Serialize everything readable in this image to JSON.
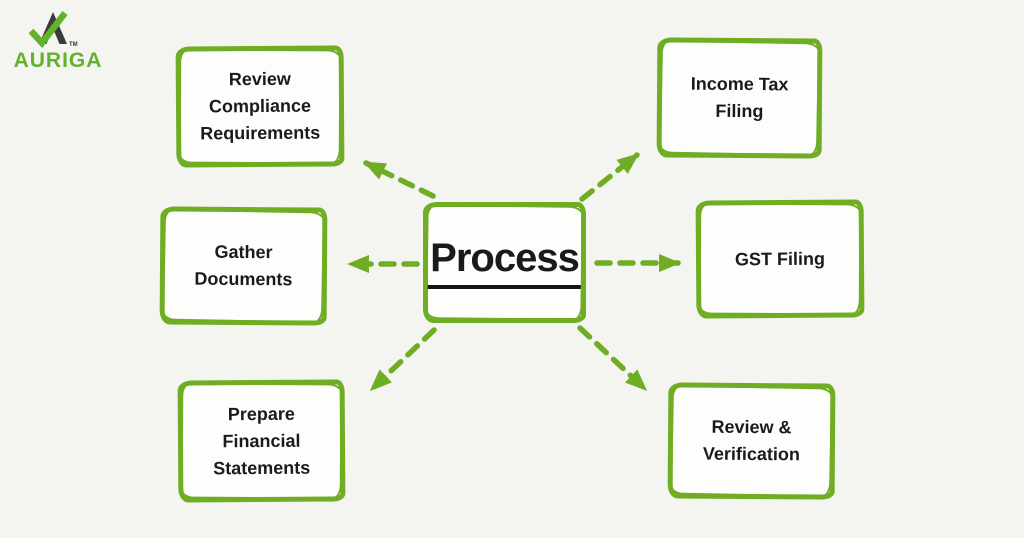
{
  "page": {
    "background": "#f4f4f1"
  },
  "colors": {
    "accent_green": "#6fad24",
    "logo_green": "#63b22e",
    "logo_dark": "#3b3b3b",
    "text": "#1a1a1a",
    "box_fill": "#fdfdfc"
  },
  "logo": {
    "brand": "AURIGA",
    "trademark": "TM",
    "icon": "mountain-peak-with-checkmark"
  },
  "diagram": {
    "center": {
      "id": "process",
      "label": "Process"
    },
    "nodes": [
      {
        "id": "review-compliance-requirements",
        "label": "Review Compliance Requirements",
        "position": "top-left"
      },
      {
        "id": "gather-documents",
        "label": "Gather Documents",
        "position": "middle-left"
      },
      {
        "id": "prepare-financial-statements",
        "label": "Prepare Financial Statements",
        "position": "bottom-left"
      },
      {
        "id": "income-tax-filing",
        "label": "Income Tax Filing",
        "position": "top-right"
      },
      {
        "id": "gst-filing",
        "label": "GST Filing",
        "position": "middle-right"
      },
      {
        "id": "review-verification",
        "label": "Review & Verification",
        "position": "bottom-right"
      }
    ],
    "connections": [
      {
        "from": "process",
        "to": "review-compliance-requirements",
        "style": "dashed-arrow"
      },
      {
        "from": "process",
        "to": "gather-documents",
        "style": "dashed-arrow"
      },
      {
        "from": "process",
        "to": "prepare-financial-statements",
        "style": "dashed-arrow"
      },
      {
        "from": "process",
        "to": "income-tax-filing",
        "style": "dashed-arrow"
      },
      {
        "from": "process",
        "to": "gst-filing",
        "style": "dashed-arrow"
      },
      {
        "from": "process",
        "to": "review-verification",
        "style": "dashed-arrow"
      }
    ]
  }
}
